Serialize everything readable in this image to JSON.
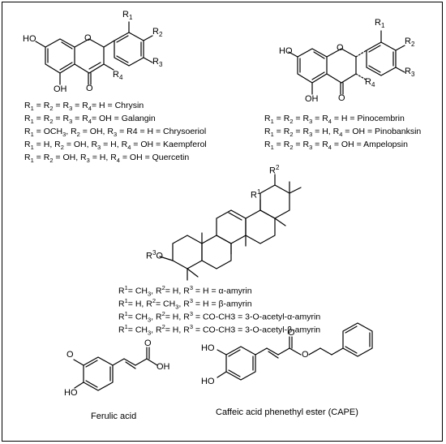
{
  "flavones": {
    "list": [
      {
        "prefix": "R",
        "sub1": "1",
        "mid1": " = R",
        "sub2": "2",
        "mid2": " = R",
        "sub3": "3",
        "mid3": " = R",
        "sub4": "4",
        "tail": "= H = Chrysin"
      },
      {
        "prefix": "R",
        "sub1": "1",
        "mid1": " = R",
        "sub2": "2",
        "mid2": " = R",
        "sub3": "3",
        "mid3": " = R",
        "sub4": "4",
        "tail": "= OH = Galangin"
      },
      {
        "prefix": "R",
        "sub1": "1",
        "mid1": " = OCH",
        "sub2": "3",
        "mid2": ", R",
        "sub3": "2",
        "mid3": " = OH, R",
        "sub4": "3",
        "tail": " = R4 = H = Chrysoeriol"
      },
      {
        "prefix": "R",
        "sub1": "1",
        "mid1": " = H, R",
        "sub2": "2",
        "mid2": " = OH, R",
        "sub3": "3",
        "mid3": " = H, R",
        "sub4": "4",
        "tail": " = OH = Kaempferol"
      },
      {
        "prefix": "R",
        "sub1": "1",
        "mid1": " = R",
        "sub2": "2",
        "mid2": " = OH, R",
        "sub3": "3",
        "mid3": " = H, R",
        "sub4": "4",
        "tail": " = OH = Quercetin"
      }
    ]
  },
  "flavanones": {
    "list": [
      {
        "t1": "R",
        "s1": "1",
        "t2": " = R",
        "s2": "2",
        "t3": " = R",
        "s3": "3",
        "t4": " = R",
        "s4": "4",
        "t5": " = H = Pinocembrin"
      },
      {
        "t1": "R",
        "s1": "1",
        "t2": " = R",
        "s2": "2",
        "t3": " = R",
        "s3": "3",
        "t4": " = H, R",
        "s4": "4",
        "t5": " = OH = Pinobanksin"
      },
      {
        "t1": "R",
        "s1": "1",
        "t2": " = R",
        "s2": "2",
        "t3": " = R",
        "s3": "3",
        "t4": " = R",
        "s4": "4",
        "t5": " = OH = Ampelopsin"
      }
    ]
  },
  "amyrins": {
    "list": [
      {
        "a": "R",
        "sa": "1",
        "b": "= CH",
        "sb": "3",
        "c": ", R",
        "sc": "2",
        "d": "= H, R",
        "sd": "3",
        "e": " = H = α-amyrin"
      },
      {
        "a": "R",
        "sa": "1",
        "b": "= H, R",
        "sb": "2",
        "c": "= CH",
        "sc": "3",
        "d": ", R",
        "sd": "3",
        "e": " = H = β-amyrin"
      },
      {
        "a": "R",
        "sa": "1",
        "b": "= CH",
        "sb": "3",
        "c": ", R",
        "sc": "2",
        "d": "= H, R",
        "sd": "3",
        "e": " = CO-CH3 = 3-O-acetyl-α-amyrin"
      },
      {
        "a": "R",
        "sa": "1",
        "b": "= CH",
        "sb": "3",
        "c": ", R",
        "sc": "2",
        "d": "= H, R",
        "sd": "3",
        "e": " = CO-CH3 = 3-O-acetyl-β-amyrin"
      }
    ]
  },
  "labels": {
    "ferulic": "Ferulic acid",
    "cape": "Caffeic acid phenethyl ester (CAPE)"
  },
  "atoms": {
    "OH": "OH",
    "HO": "HO",
    "O": "O",
    "R1": "R",
    "R2": "R",
    "R3": "R",
    "R4": "R",
    "one": "1",
    "two": "2",
    "three": "3",
    "four": "4"
  }
}
